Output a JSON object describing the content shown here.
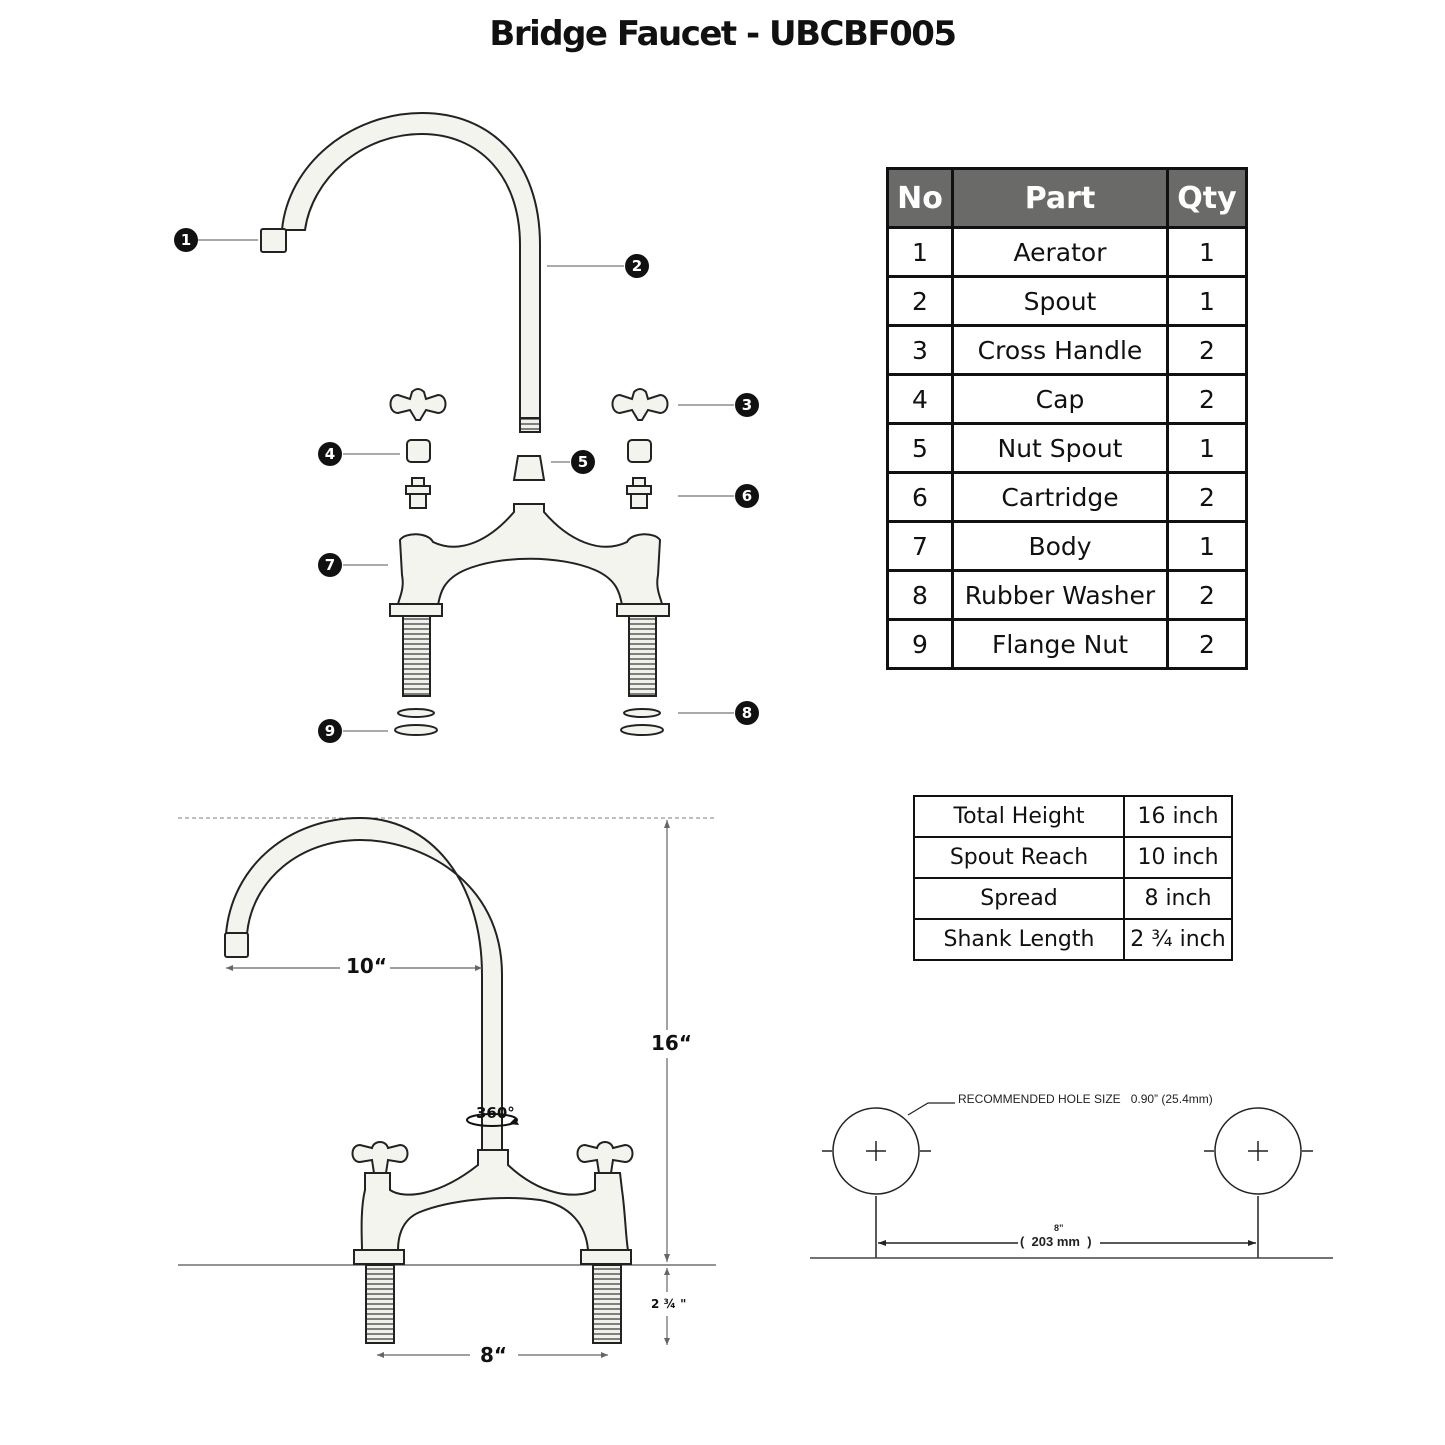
{
  "title": "Bridge Faucet - UBCBF005",
  "parts_table": {
    "headers": [
      "No",
      "Part",
      "Qty"
    ],
    "rows": [
      [
        "1",
        "Aerator",
        "1"
      ],
      [
        "2",
        "Spout",
        "1"
      ],
      [
        "3",
        "Cross Handle",
        "2"
      ],
      [
        "4",
        "Cap",
        "2"
      ],
      [
        "5",
        "Nut Spout",
        "1"
      ],
      [
        "6",
        "Cartridge",
        "2"
      ],
      [
        "7",
        "Body",
        "1"
      ],
      [
        "8",
        "Rubber Washer",
        "2"
      ],
      [
        "9",
        "Flange Nut",
        "2"
      ]
    ]
  },
  "specs_table": [
    [
      "Total Height",
      "16 inch"
    ],
    [
      "Spout Reach",
      "10 inch"
    ],
    [
      "Spread",
      "8 inch"
    ],
    [
      "Shank Length",
      "2 ¾ inch"
    ]
  ],
  "callouts": [
    "1",
    "2",
    "3",
    "4",
    "5",
    "6",
    "7",
    "8",
    "9"
  ],
  "dimensions": {
    "reach": "10“",
    "height": "16“",
    "spread": "8“",
    "shank": "2 ¾ \"",
    "rotation": "360°"
  },
  "hole_diagram": {
    "label": "RECOMMENDED HOLE SIZE",
    "size": "0.90” (25.4mm)",
    "spacing_in": "8”",
    "spacing_mm": "(  203 mm  )"
  }
}
